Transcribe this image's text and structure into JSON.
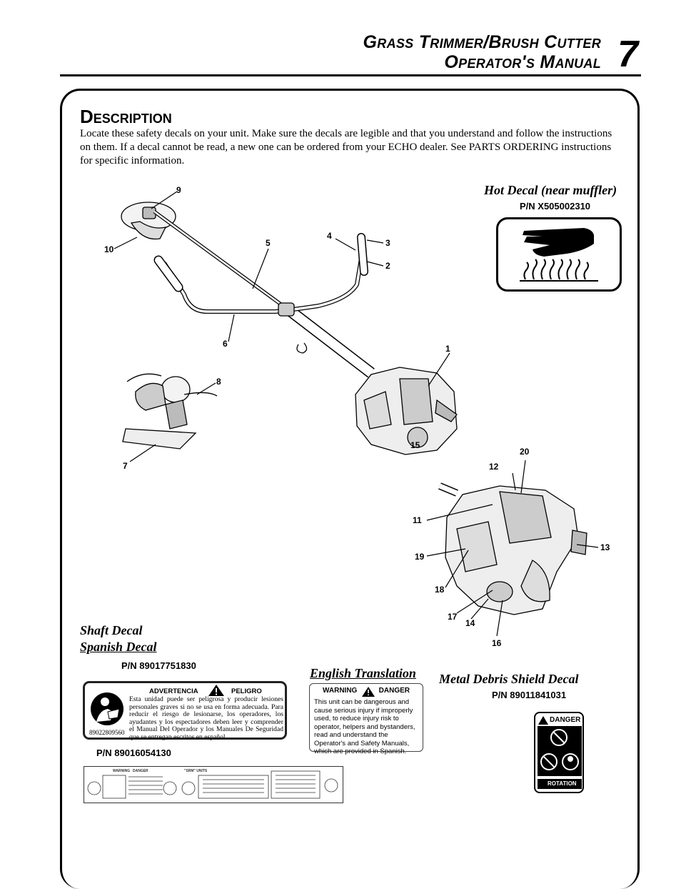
{
  "header": {
    "title_line1": "Grass Trimmer/Brush Cutter",
    "title_line2": "Operator's Manual",
    "page_number": "7"
  },
  "section": {
    "title": "Description",
    "intro": "Locate these safety decals on your unit.   Make sure the decals are legible and that you understand and follow the instructions on them.  If a decal cannot be read, a new one can be ordered from your ECHO dealer.  See PARTS ORDERING instructions for specific information."
  },
  "hot_decal": {
    "title": "Hot Decal (near muffler)",
    "part_number": "P/N X505002310"
  },
  "shaft_decal": {
    "title": "Shaft Decal",
    "subtitle": "Spanish Decal",
    "part_number": "P/N 89017751830",
    "part_number_2": "P/N 89016054130",
    "heading_left": "ADVERTENCIA",
    "heading_right": "PELIGRO",
    "body": "Esta unidad puede ser peligrosa y producir lesiones personales graves si no se usa en forma adecuada. Para reducir el riesgo de lesionarse, los operadores, los ayudantes y los espectadores deben leer y comprender el Manual Del Operador y los Manuales De Seguridad que se entregan escritos en español.",
    "decal_code": "89022809560"
  },
  "english_translation": {
    "title": "English Translation",
    "heading_left": "WARNING",
    "heading_right": "DANGER",
    "body": "This unit can be dangerous and cause serious injury if improperly used, to reduce injury risk to operator, helpers and bystanders, read and understand the Operator's and Safety Manuals, which are provided in Spanish."
  },
  "metal_debris_decal": {
    "title": "Metal Debris Shield Decal",
    "part_number": "P/N 89011841031",
    "danger_label": "DANGER",
    "rotation_label": "ROTATION"
  },
  "strip_decal": {
    "warning": "WARNING",
    "danger": "DANGER",
    "units": "\"SRM\" UNITS"
  },
  "callouts": {
    "c1": "1",
    "c2": "2",
    "c3": "3",
    "c4": "4",
    "c5": "5",
    "c6": "6",
    "c7": "7",
    "c8": "8",
    "c9": "9",
    "c10": "10",
    "c11": "11",
    "c12": "12",
    "c13": "13",
    "c14": "14",
    "c15": "15",
    "c16": "16",
    "c17": "17",
    "c18": "18",
    "c19": "19",
    "c20": "20"
  }
}
